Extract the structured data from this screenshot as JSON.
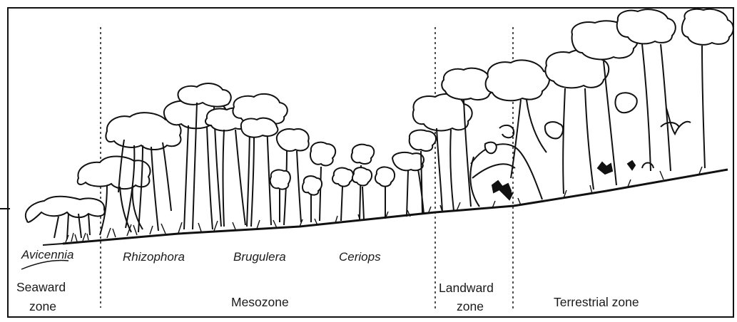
{
  "genera": {
    "avicennia": "Avicennia",
    "rhizophora": "Rhizophora",
    "brugulera": "Brugulera",
    "ceriops": "Ceriops"
  },
  "zones": {
    "seaward": [
      "Seaward",
      "zone"
    ],
    "mesozone": "Mesozone",
    "landward": [
      "Landward",
      "zone"
    ],
    "terrestrial": "Terrestrial zone"
  },
  "colors": {
    "ink": "#111111",
    "paper": "#ffffff",
    "text": "#1a1a1a"
  }
}
